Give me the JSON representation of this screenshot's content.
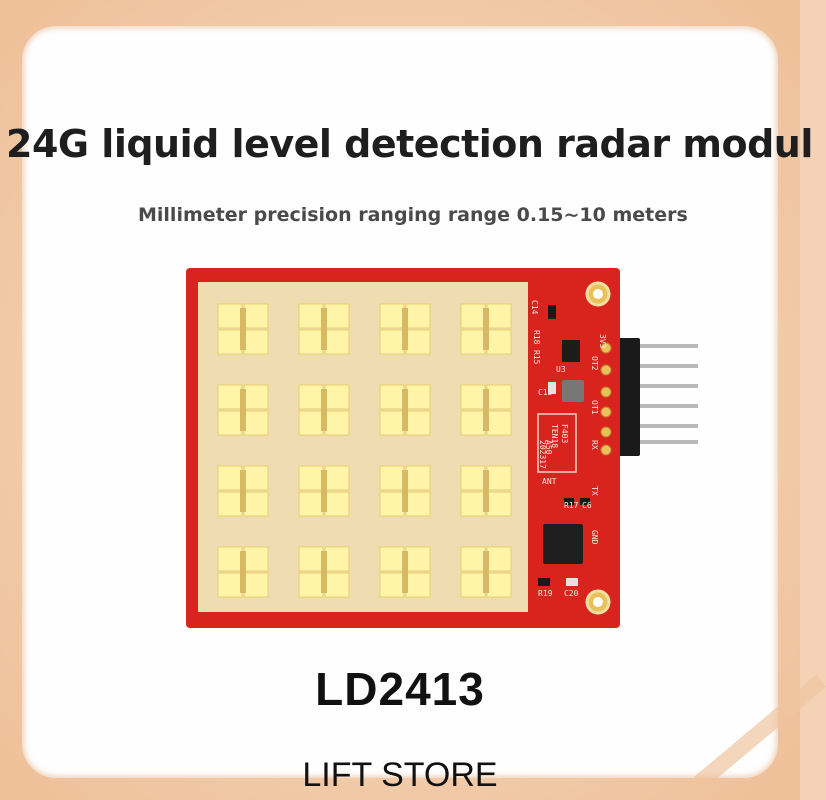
{
  "title": "24G liquid level detection radar modul",
  "subtitle": "Millimeter precision ranging range 0.15~10 meters",
  "model": "LD2413",
  "store": "LIFT STORE",
  "board": {
    "antenna_grid": {
      "rows": 4,
      "cols": 4
    },
    "pin_labels": [
      "3V3",
      "OT2",
      "OT1",
      "RX",
      "TX",
      "GND"
    ],
    "component_labels": [
      "C14",
      "R18",
      "R15",
      "C15",
      "U3",
      "R17",
      "C6",
      "R19",
      "C20",
      "ANT"
    ],
    "chip_marking": [
      "TEN18",
      "F403",
      "A50",
      "202317"
    ],
    "colors": {
      "pcb": "#d9241d",
      "antenna_field": "#efdcb0",
      "patch": "#fff4a8",
      "header": "#1a1a1a"
    }
  }
}
